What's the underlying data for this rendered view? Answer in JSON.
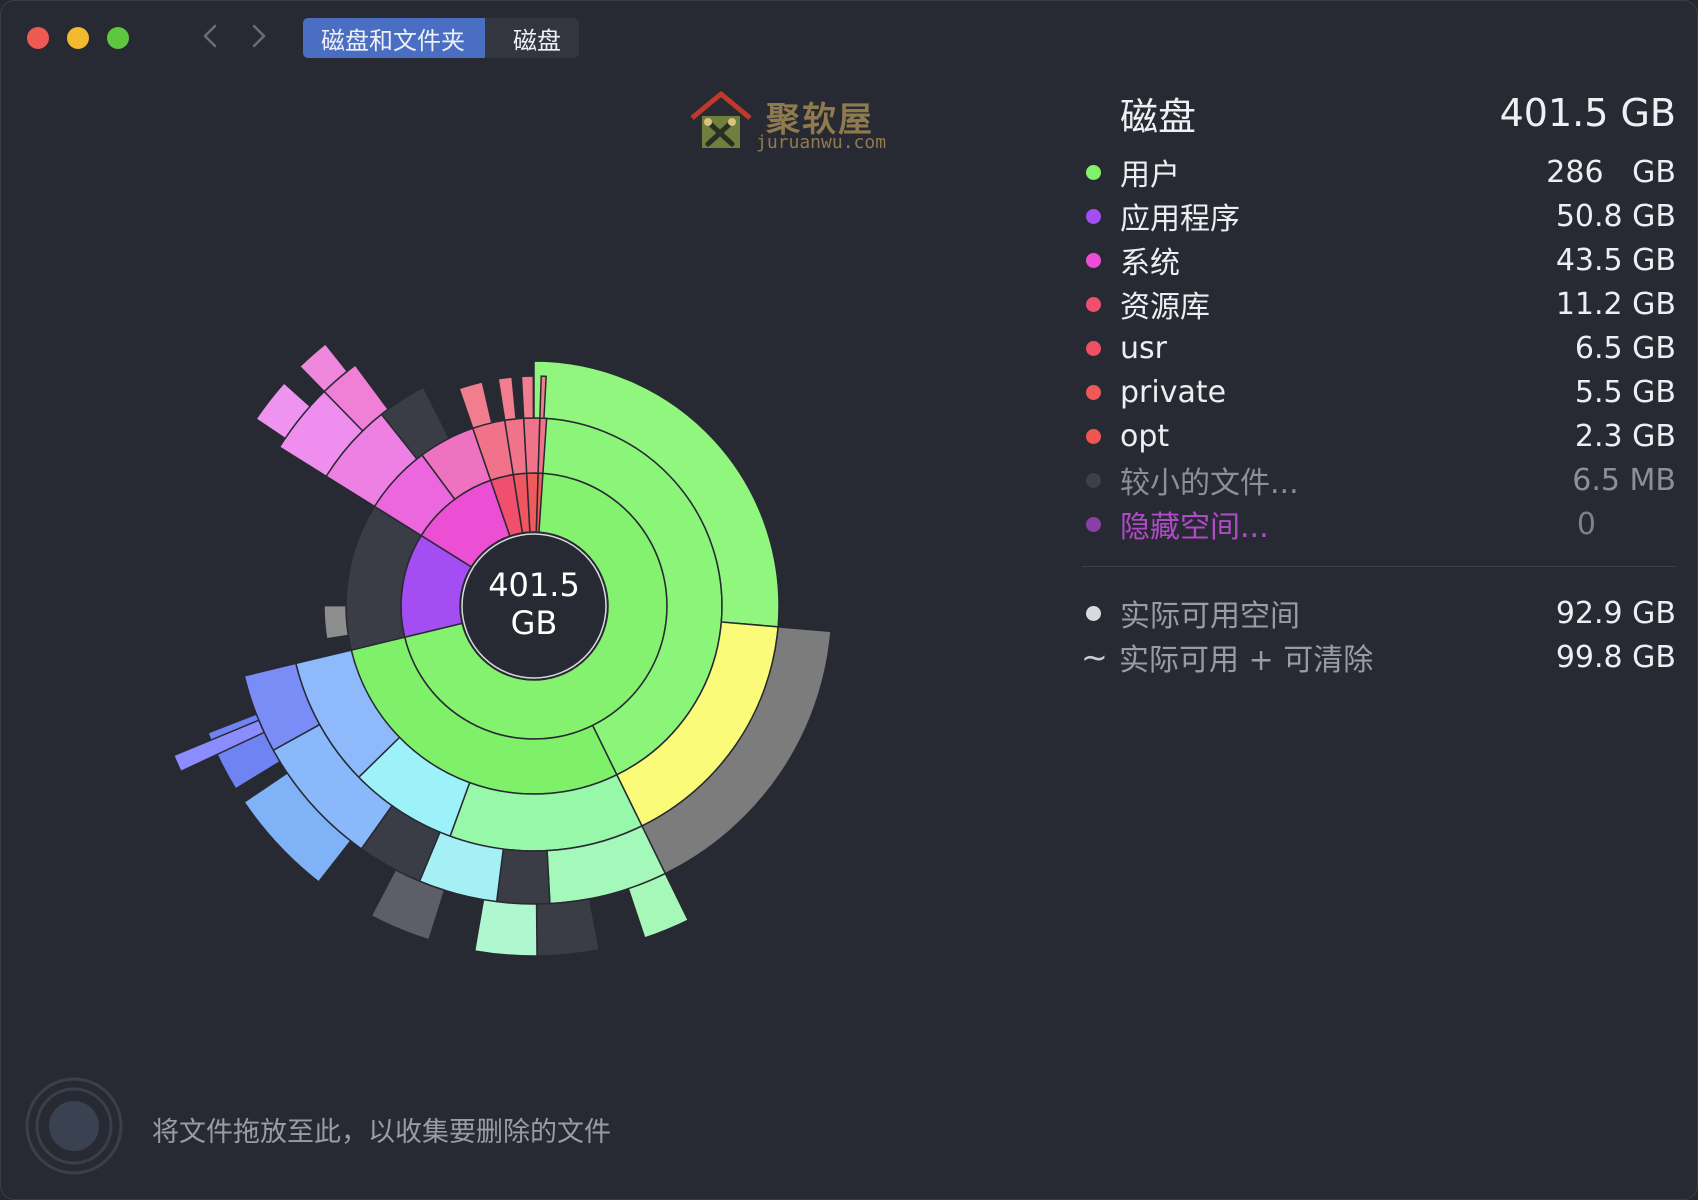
{
  "window": {
    "breadcrumb": [
      "磁盘和文件夹",
      "磁盘"
    ]
  },
  "watermark": {
    "brand_cn": "聚软屋",
    "brand_en": "juruanwu.com",
    "icon": "house-tools-logo"
  },
  "chart": {
    "center_value": "401.5",
    "center_unit": "GB"
  },
  "chart_data": {
    "type": "sunburst",
    "total": 401.5,
    "unit": "GB",
    "segments": [
      {
        "name": "用户",
        "value": 286,
        "color": "#84f16f"
      },
      {
        "name": "应用程序",
        "value": 50.8,
        "color": "#a34df2"
      },
      {
        "name": "系统",
        "value": 43.5,
        "color": "#ec4fd3"
      },
      {
        "name": "资源库",
        "value": 11.2,
        "color": "#f0506d"
      },
      {
        "name": "usr",
        "value": 6.5,
        "color": "#ef5660"
      },
      {
        "name": "private",
        "value": 5.5,
        "color": "#ef5a5a"
      },
      {
        "name": "opt",
        "value": 2.3,
        "color": "#ef5a55"
      }
    ]
  },
  "panel": {
    "title": "磁盘",
    "total": "401.5 GB",
    "items": [
      {
        "name": "用户",
        "size": "286   GB",
        "color": "#7ef26a"
      },
      {
        "name": "应用程序",
        "size": "50.8 GB",
        "color": "#a14ef3"
      },
      {
        "name": "系统",
        "size": "43.5 GB",
        "color": "#ec4cd8"
      },
      {
        "name": "资源库",
        "size": "11.2 GB",
        "color": "#f04f6f"
      },
      {
        "name": "usr",
        "size": "6.5 GB",
        "color": "#ef4f62"
      },
      {
        "name": "private",
        "size": "5.5 GB",
        "color": "#ef5858"
      },
      {
        "name": "opt",
        "size": "2.3 GB",
        "color": "#ef5652"
      }
    ],
    "smaller_files": {
      "name": "较小的文件...",
      "size": "6.5  MB",
      "color": "#3d4049"
    },
    "hidden_space": {
      "name": "隐藏空间...",
      "size": "0",
      "color": "#8a3fa8"
    },
    "available": {
      "name": "实际可用空间",
      "size": "92.9 GB",
      "color": "#d9dadd"
    },
    "available_purgeable": {
      "name": "实际可用 + 可清除",
      "size": "99.8 GB",
      "symbol": "~"
    }
  },
  "footer": {
    "drop_hint": "将文件拖放至此，以收集要删除的文件"
  }
}
